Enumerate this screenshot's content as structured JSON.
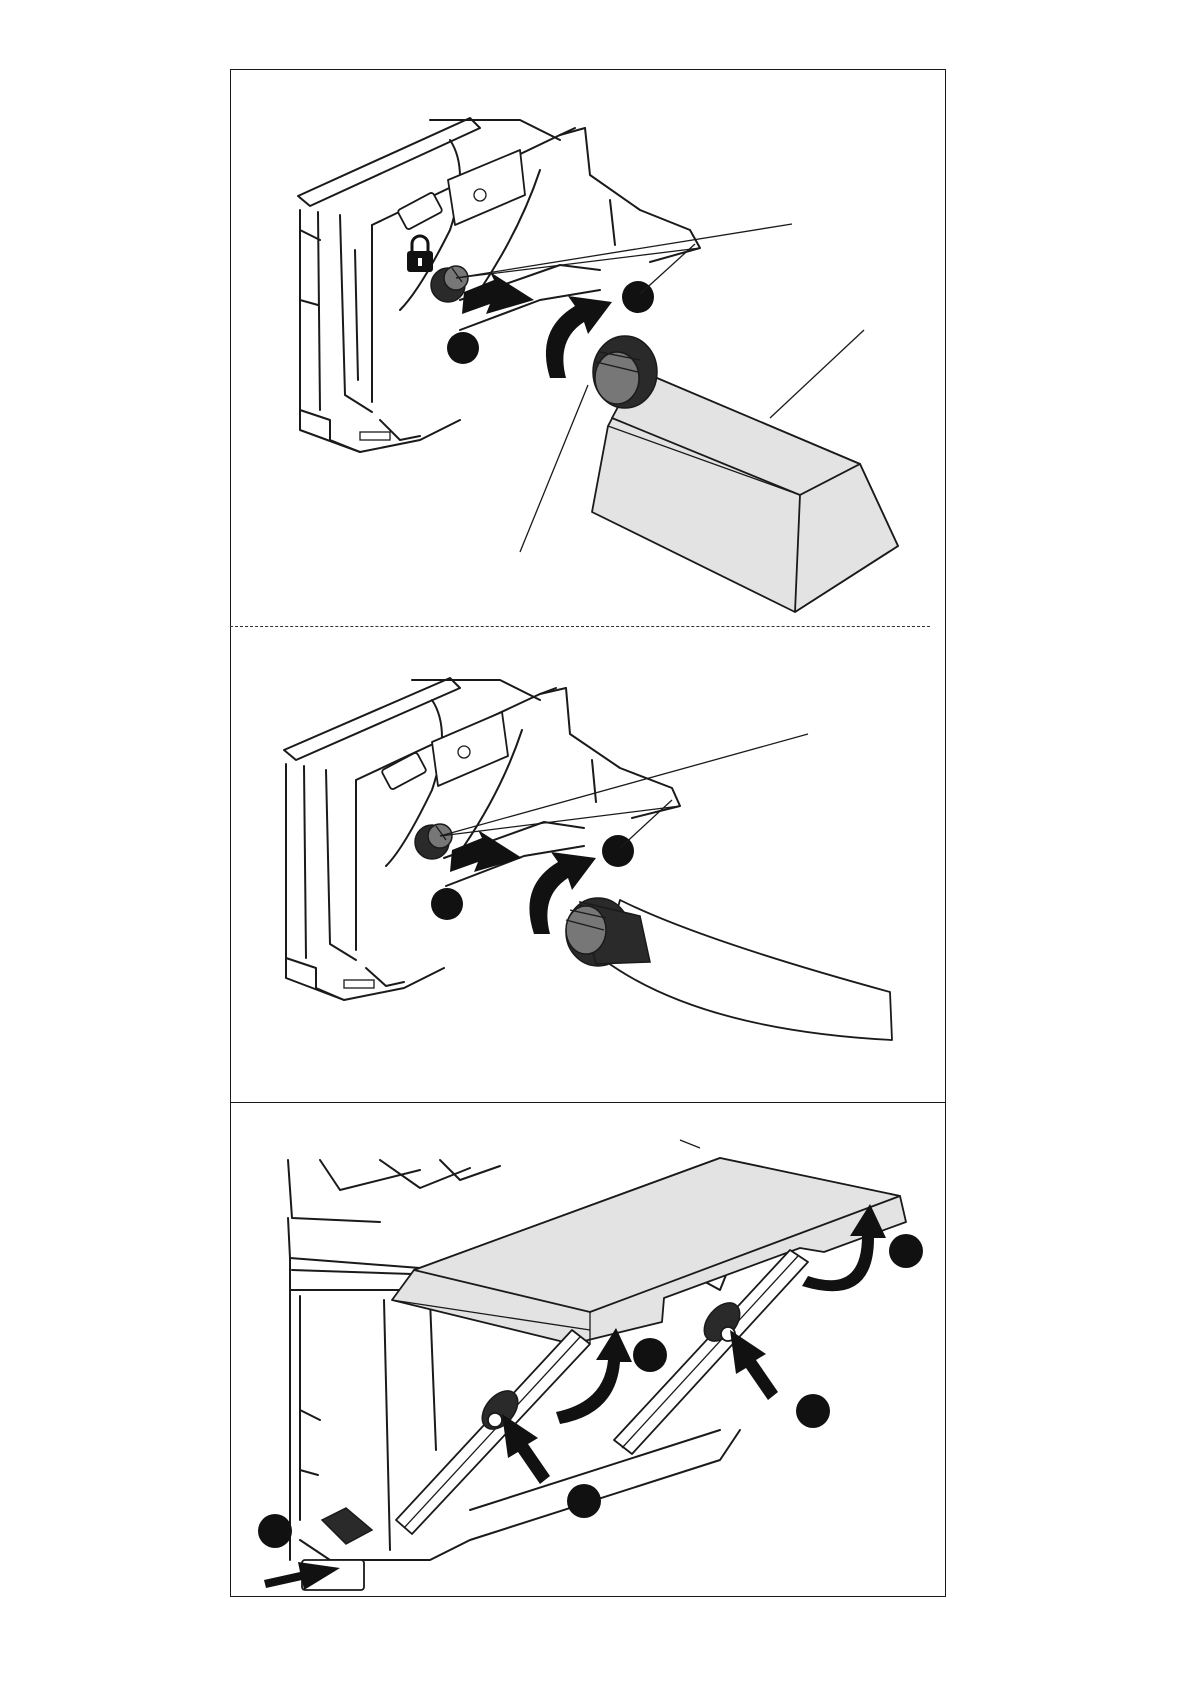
{
  "page": {
    "panels": [
      {
        "id": "panel-1",
        "type": "illustration"
      },
      {
        "id": "panel-2",
        "type": "illustration"
      },
      {
        "id": "panel-3",
        "type": "illustration"
      }
    ],
    "icons": {
      "lock": "lock-icon",
      "callout_marker": "callout-circle",
      "arrow": "arrow"
    },
    "colors": {
      "line": "#1a1a1a",
      "fill_grey": "#e3e3e3",
      "marker": "#111111",
      "background": "#ffffff"
    }
  }
}
